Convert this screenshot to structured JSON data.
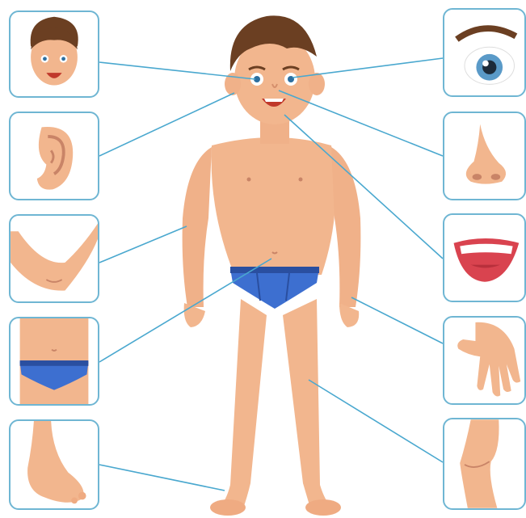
{
  "diagram": {
    "subject": "child-body-parts",
    "line_color": "#4aa8cf",
    "card_border_color": "#6fb6d3",
    "skin_color": "#f2b68e",
    "hair_color": "#6b3f22",
    "underwear_color": "#3d6fd0"
  },
  "cards_left": [
    {
      "id": "face",
      "icon": "face-icon"
    },
    {
      "id": "ear",
      "icon": "ear-icon"
    },
    {
      "id": "elbow",
      "icon": "elbow-icon"
    },
    {
      "id": "belly",
      "icon": "belly-icon"
    },
    {
      "id": "foot",
      "icon": "foot-icon"
    }
  ],
  "cards_right": [
    {
      "id": "eye",
      "icon": "eye-icon"
    },
    {
      "id": "nose",
      "icon": "nose-icon"
    },
    {
      "id": "mouth",
      "icon": "mouth-icon"
    },
    {
      "id": "hand",
      "icon": "hand-icon"
    },
    {
      "id": "knee",
      "icon": "knee-icon"
    }
  ]
}
